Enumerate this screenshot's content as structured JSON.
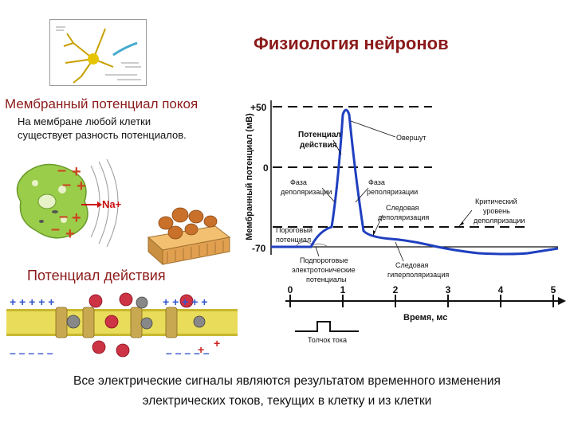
{
  "header": {
    "title": "Физиология нейронов"
  },
  "resting": {
    "title": "Мембранный потенциал покоя",
    "text_line1": "На мембране любой клетки",
    "text_line2": "существует разность потенциалов.",
    "ion_label": "Na+",
    "ion_color": "#cc1111"
  },
  "action": {
    "title": "Потенциал действия"
  },
  "graph": {
    "y_axis_label": "Мембранный потенциал (мВ)",
    "y_ticks": [
      "+50",
      "0",
      "-70"
    ],
    "x_ticks": [
      "0",
      "1",
      "2",
      "3",
      "4",
      "5"
    ],
    "x_axis_label": "Время, мс",
    "stimulus_label": "Толчок тока",
    "labels": {
      "action_potential_1": "Потенциал",
      "action_potential_2": "действия",
      "overshoot": "Овершут",
      "depol_phase_1": "Фаза",
      "depol_phase_2": "деполяризации",
      "repol_phase_1": "Фаза",
      "repol_phase_2": "реполяризации",
      "critical_1": "Критический",
      "critical_2": "уровень",
      "critical_3": "деполяризации",
      "trace_depol_1": "Следовая",
      "trace_depol_2": "деполяризация",
      "threshold_1": "Пороговый",
      "threshold_2": "потенциал",
      "subthreshold_1": "Подпороговые",
      "subthreshold_2": "электротонические",
      "subthreshold_3": "потенциалы",
      "trace_hyper_1": "Следовая",
      "trace_hyper_2": "гиперполяризация"
    },
    "curve_color": "#1f3fbf"
  },
  "footer": {
    "line1": "Все электрические сигналы являются результатом временного изменения",
    "line2": "электрических токов, текущих в клетку и из клетки"
  }
}
